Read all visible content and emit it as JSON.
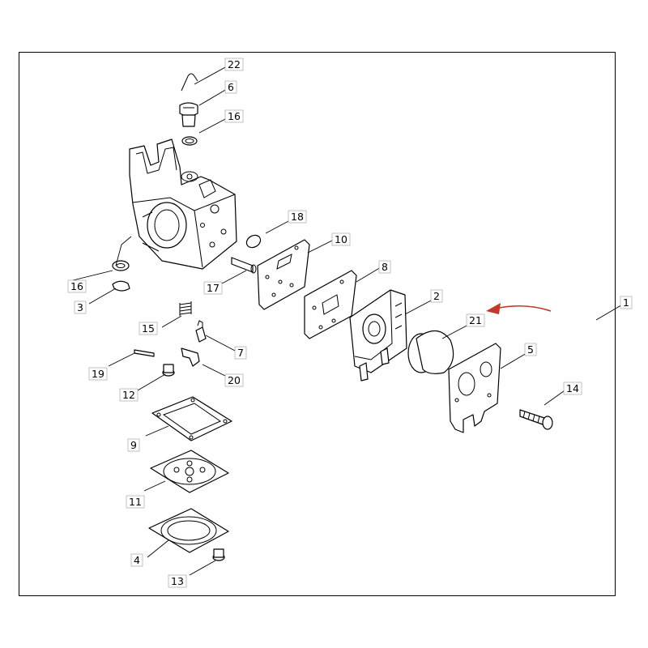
{
  "callouts": {
    "c1": "1",
    "c2": "2",
    "c3": "3",
    "c4": "4",
    "c5": "5",
    "c6": "6",
    "c7": "7",
    "c8": "8",
    "c9": "9",
    "c10": "10",
    "c11": "11",
    "c12": "12",
    "c13": "13",
    "c14": "14",
    "c15": "15",
    "c16a": "16",
    "c16b": "16",
    "c17": "17",
    "c18": "18",
    "c19": "19",
    "c20": "20",
    "c21": "21",
    "c22": "22"
  },
  "colors": {
    "line": "#000000",
    "highlight_arrow": "#c0392b",
    "background": "#ffffff"
  }
}
